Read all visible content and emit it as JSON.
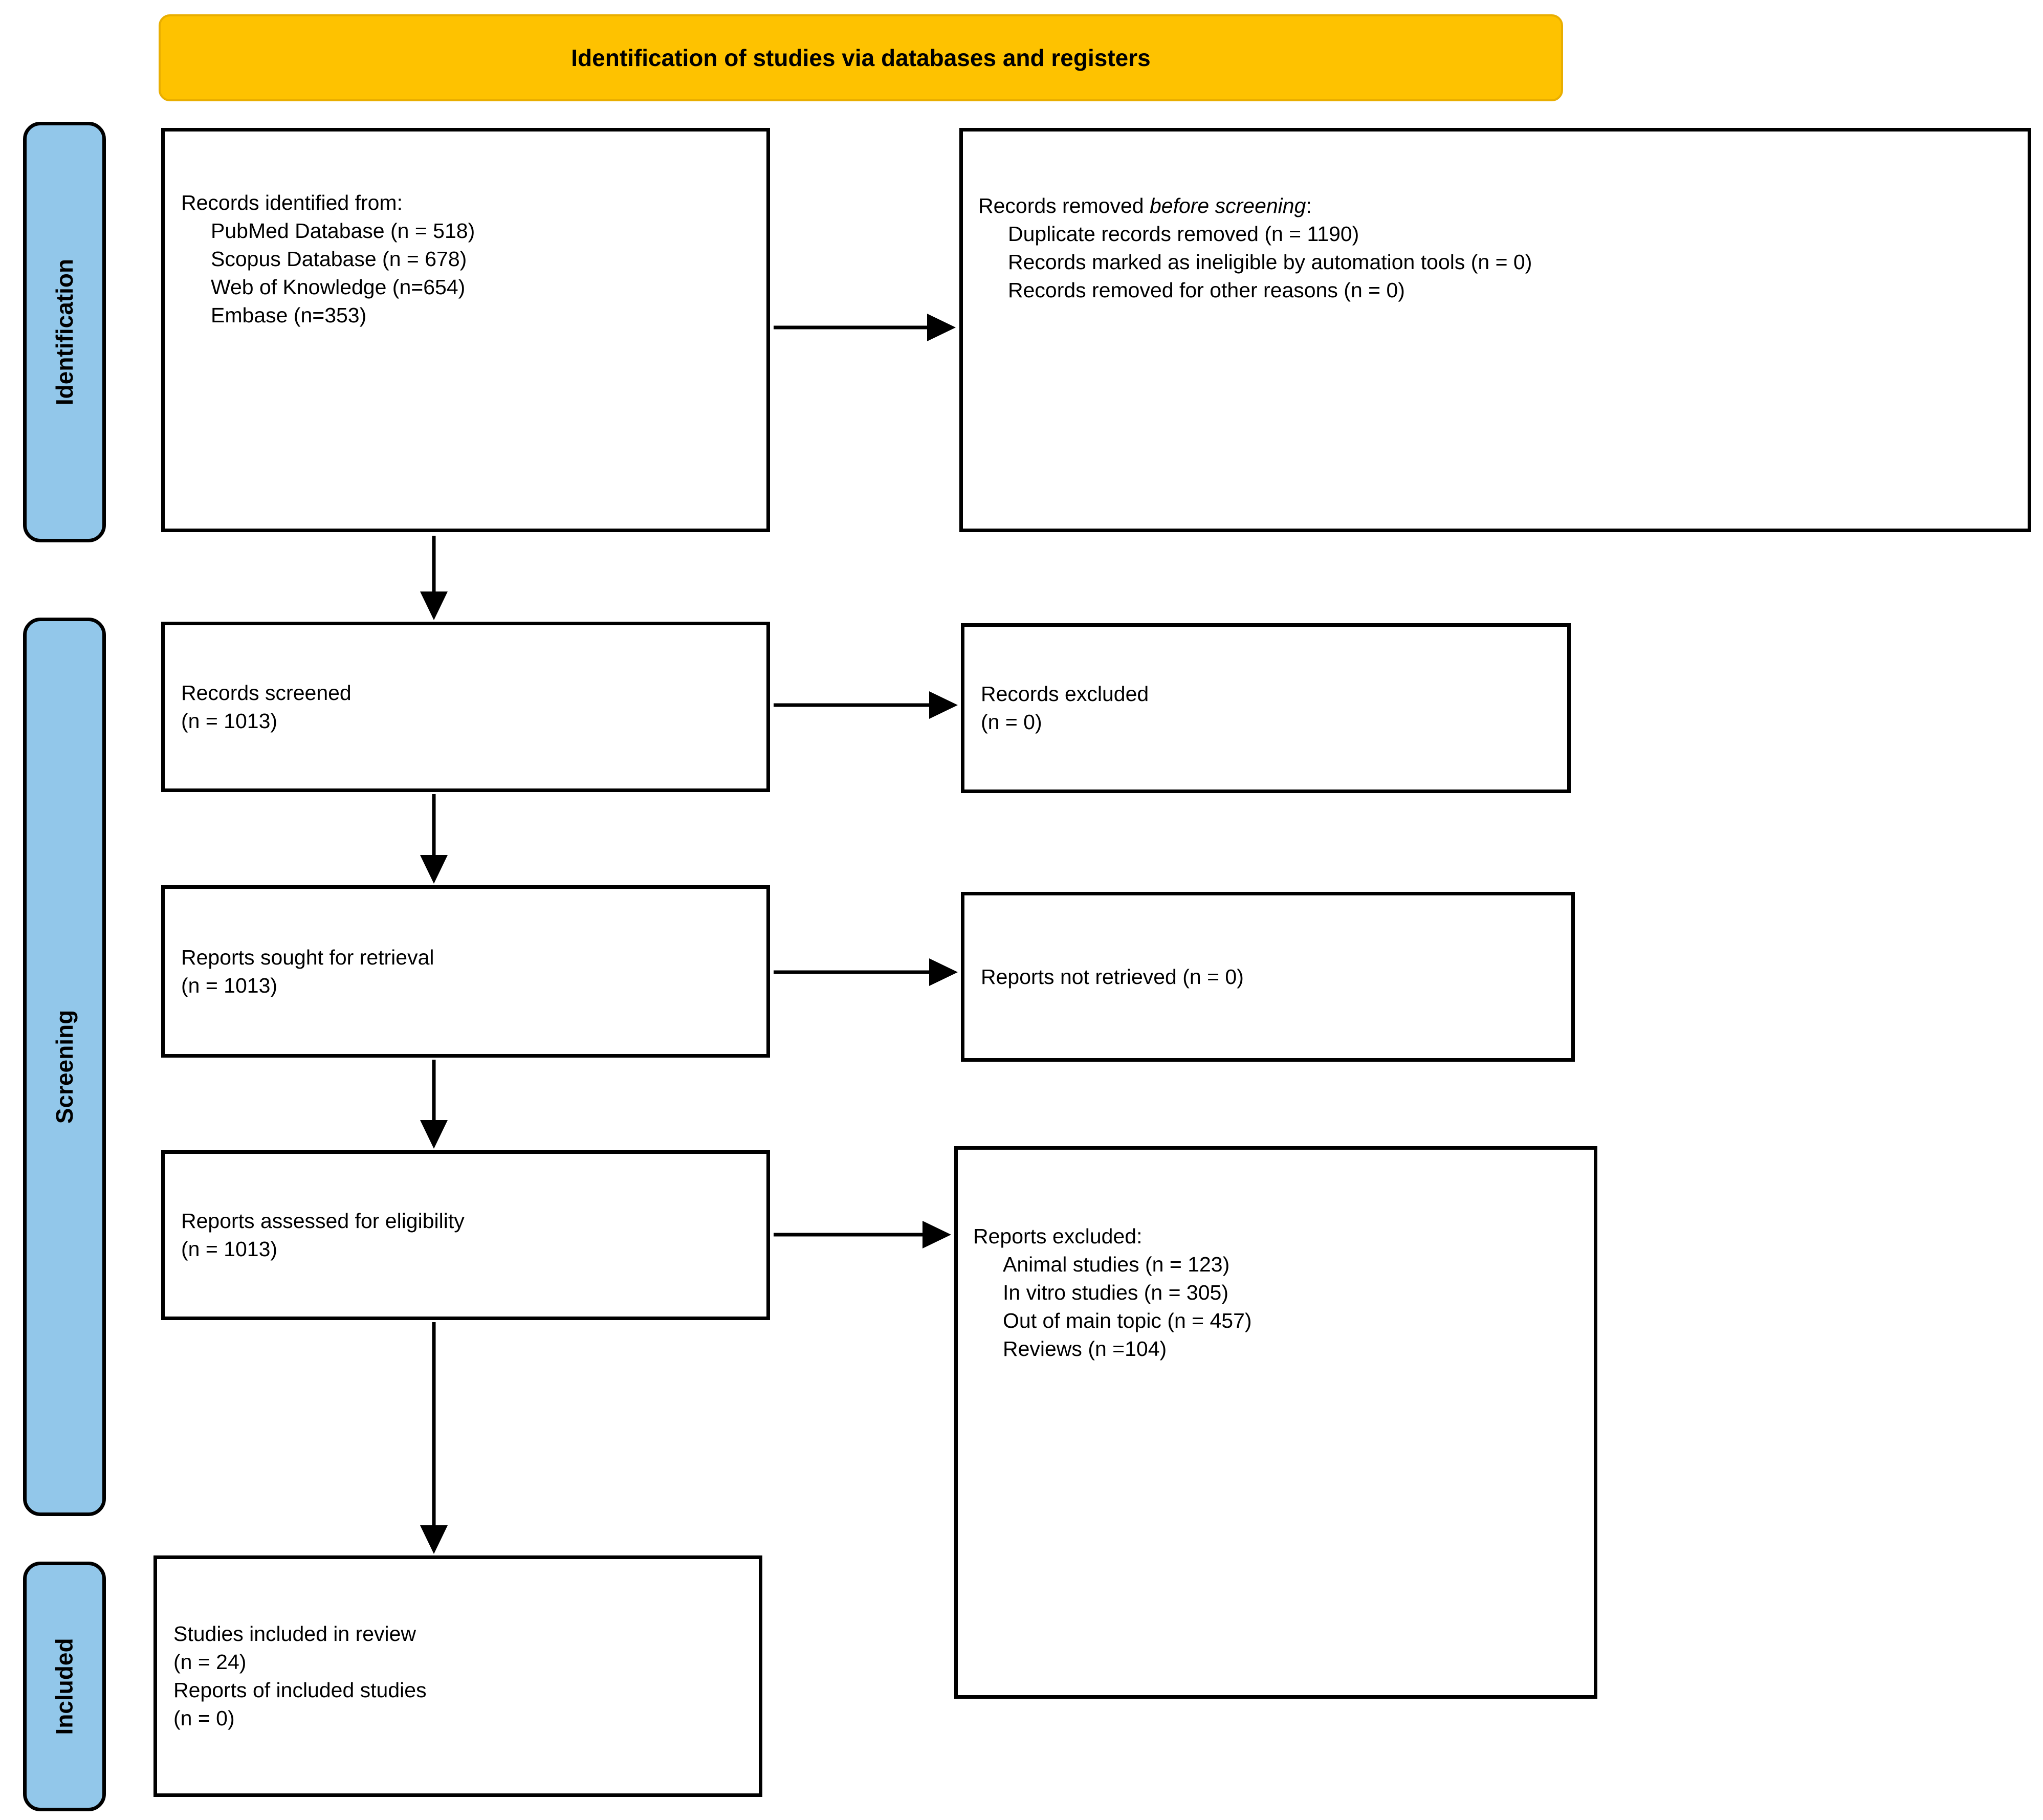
{
  "title_banner": "Identification of studies via databases and registers",
  "colors": {
    "banner_bg": "#FEC200",
    "stage_bg": "#92C7EA",
    "box_border": "#000000",
    "arrow": "#000000"
  },
  "stages": {
    "identification": "Identification",
    "screening": "Screening",
    "included": "Included"
  },
  "boxes": {
    "records_identified": {
      "heading": "Records identified from:",
      "items": [
        "PubMed Database (n = 518)",
        "Scopus Database (n = 678)",
        "Web of Knowledge (n=654)",
        "Embase (n=353)"
      ]
    },
    "records_removed": {
      "prefix": "Records removed ",
      "italic": "before screening",
      "suffix": ":",
      "items": [
        "Duplicate records removed (n = 1190)",
        "Records marked as ineligible by automation tools (n = 0)",
        "Records removed for other reasons (n = 0)"
      ]
    },
    "records_screened": {
      "lines": [
        "Records screened",
        "(n = 1013)"
      ]
    },
    "records_excluded": {
      "lines": [
        "Records excluded",
        "(n = 0)"
      ]
    },
    "reports_sought": {
      "lines": [
        "Reports sought for retrieval",
        "(n = 1013)"
      ]
    },
    "reports_not_retrieved": {
      "lines": [
        "Reports not retrieved (n = 0)"
      ]
    },
    "reports_assessed": {
      "lines": [
        "Reports assessed for eligibility",
        "(n = 1013)"
      ]
    },
    "reports_excluded": {
      "heading": "Reports excluded:",
      "items": [
        "Animal studies (n = 123)",
        "In vitro studies (n = 305)",
        "Out of main topic (n = 457)",
        "Reviews (n =104)"
      ]
    },
    "studies_included": {
      "lines": [
        "Studies included in review",
        "(n = 24)",
        "Reports of included studies",
        "(n = 0)"
      ]
    }
  }
}
